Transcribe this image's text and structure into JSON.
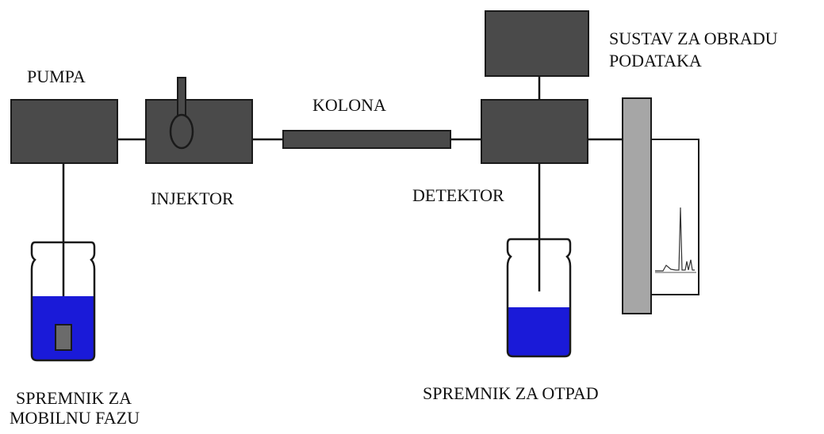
{
  "labels": {
    "pump": "PUMPA",
    "injector": "INJEKTOR",
    "column": "KOLONA",
    "detector": "DETEKTOR",
    "data_system_line1": "SUSTAV ZA OBRADU",
    "data_system_line2": "PODATAKA",
    "mobile_phase_reservoir_line1": "SPREMNIK ZA",
    "mobile_phase_reservoir_line2": "MOBILNU FAZU",
    "waste_reservoir": "SPREMNIK ZA OTPAD"
  },
  "colors": {
    "unit_fill": "#4a4a4a",
    "unit_stroke": "#1a1a1a",
    "tubing": "#111111",
    "liquid": "#1a1ad8",
    "bottle_stroke": "#1a1a1a",
    "recorder_frame": "#a6a6a6",
    "paper": "#ffffff",
    "filter": "#6b6b6b"
  }
}
